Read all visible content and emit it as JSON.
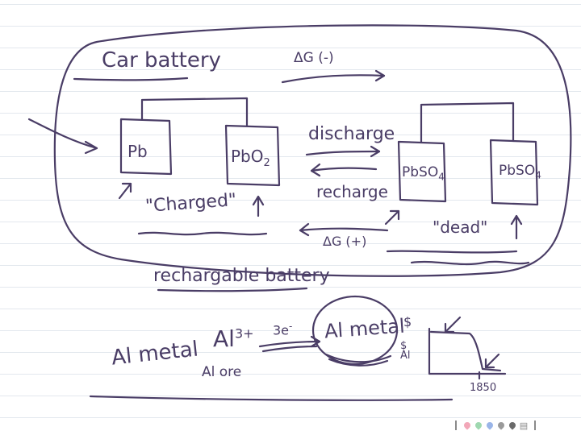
{
  "notes": {
    "title": "Car battery",
    "delta_g_neg": "ΔG (-)",
    "pb": "Pb",
    "pbo2": "PbO",
    "pbo2_sub": "2",
    "charged": "\"Charged\"",
    "discharge": "discharge",
    "recharge": "recharge",
    "pbso4_left": "PbSO",
    "pbso4_left_sub": "4",
    "pbso4_right": "PbSO",
    "pbso4_right_sub": "4",
    "dead": "\"dead\"",
    "delta_g_pos": "ΔG (+)",
    "rechargeable": "rechargable battery",
    "al_metal_left": "Al metal",
    "al3": "Al",
    "al3_sup": "3+",
    "three_e": "3e",
    "three_e_sup": "-",
    "al_metal_circle": "Al metal",
    "al_ore": "Al ore",
    "graph_top_label": "$",
    "graph_y_label": "$ Al",
    "graph_x_label": "1850"
  },
  "colors": {
    "ink": "#4a3d66",
    "rule_lines": "#e3e8ee"
  },
  "toolbar": {
    "tools": [
      {
        "icon": "pen-divider-icon",
        "color": "#8a8a8a"
      },
      {
        "icon": "pink-pen-icon",
        "color": "#f2a7b8"
      },
      {
        "icon": "green-pen-icon",
        "color": "#9fd8b0"
      },
      {
        "icon": "blue-pen-icon",
        "color": "#9ab5e8"
      },
      {
        "icon": "gray-pen-icon",
        "color": "#9a9a9a"
      },
      {
        "icon": "dark-pen-icon",
        "color": "#6a6a6a"
      },
      {
        "icon": "page-icon",
        "color": "#8a8a8a"
      },
      {
        "icon": "pen-divider-icon",
        "color": "#8a8a8a"
      }
    ]
  }
}
